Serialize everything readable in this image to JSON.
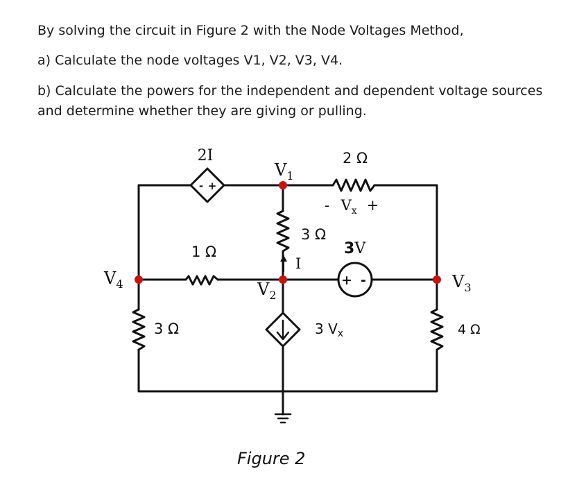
{
  "question": {
    "intro": "By solving the circuit in Figure 2 with the Node Voltages Method,",
    "part_a": "a) Calculate the node voltages V1, V2, V3, V4.",
    "part_b_line1": "b) Calculate the powers for the independent and dependent voltage sources",
    "part_b_line2": "and determine whether they are giving or pulling."
  },
  "figure": {
    "caption": "Figure 2",
    "colors": {
      "wire": "#111111",
      "node": "#cc1111"
    },
    "nodes": {
      "v1": {
        "main": "V",
        "sub": "1"
      },
      "v2": {
        "main": "V",
        "sub": "2"
      },
      "v3": {
        "main": "V",
        "sub": "3"
      },
      "v4": {
        "main": "V",
        "sub": "4"
      }
    },
    "components": {
      "dep_voltage_source": {
        "label": "2I",
        "plus": "+",
        "minus": "-"
      },
      "r_top": {
        "label": "2 Ω"
      },
      "vx": {
        "minus": "-",
        "main": "V",
        "sub": "x",
        "plus": "+"
      },
      "r_middle_vertical": {
        "label": "3 Ω"
      },
      "current_i": {
        "label": "I"
      },
      "r_middle_horizontal": {
        "label": "1 Ω"
      },
      "indep_voltage_source": {
        "label_num": "3",
        "label_unit": "V",
        "plus": "+",
        "minus": "-"
      },
      "dep_current_source": {
        "label_main": "3 V",
        "label_sub": "x"
      },
      "r_left": {
        "label": "3 Ω"
      },
      "r_right": {
        "label": "4 Ω"
      }
    },
    "icons": {
      "ground": "ground-symbol-icon",
      "current_arrow": "arrow-up-icon",
      "resistor": "resistor-zigzag-icon",
      "voltage_source": "voltage-source-icon",
      "current_source": "current-source-icon"
    }
  }
}
